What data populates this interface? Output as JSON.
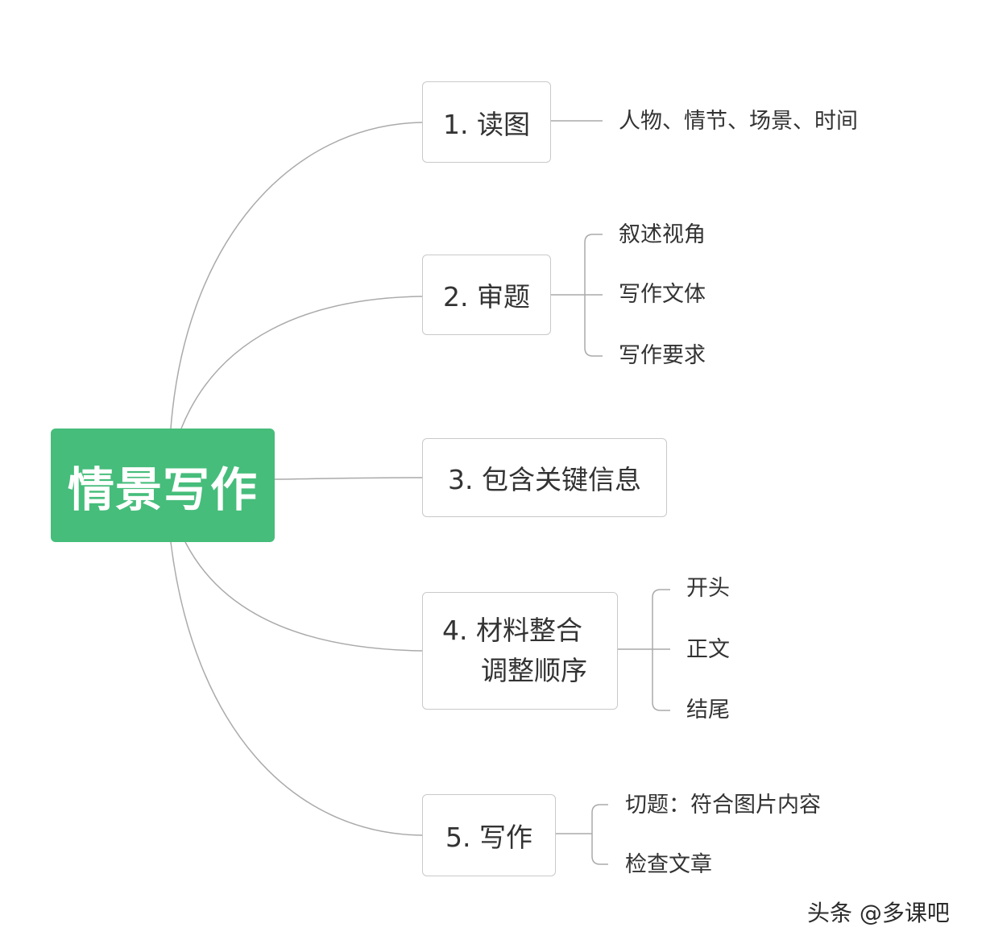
{
  "root": {
    "label": "情景写作",
    "color": "#46bd7b"
  },
  "branches": [
    {
      "label": "1. 读图",
      "leaves": [
        "人物、情节、场景、时间"
      ]
    },
    {
      "label": "2. 审题",
      "leaves": [
        "叙述视角",
        "写作文体",
        "写作要求"
      ]
    },
    {
      "label": "3. 包含关键信息",
      "leaves": []
    },
    {
      "label_line1": "4.  材料整合",
      "label_line2": "调整顺序",
      "leaves": [
        "开头",
        "正文",
        "结尾"
      ]
    },
    {
      "label": "5. 写作",
      "leaves": [
        "切题：符合图片内容",
        "检查文章"
      ]
    }
  ],
  "watermark": "头条 @多课吧",
  "colors": {
    "line": "#aaaaaa",
    "node_border": "#c9c9c9",
    "text": "#333333"
  }
}
